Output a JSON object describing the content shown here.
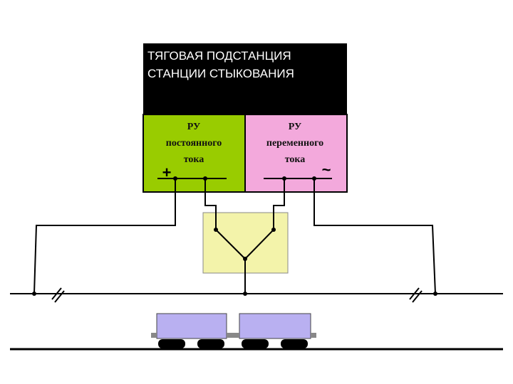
{
  "substation": {
    "title_line1": "ТЯГОВАЯ ПОДСТАНЦИЯ",
    "title_line2": "СТАНЦИИ СТЫКОВАНИЯ"
  },
  "dc_switchgear": {
    "line1": "РУ",
    "line2": "постоянного",
    "line3": "тока",
    "symbol": "+"
  },
  "ac_switchgear": {
    "line1": "РУ",
    "line2": "переменного",
    "line3": "тока",
    "symbol": "~"
  },
  "colors": {
    "substation_header": "#000000",
    "dc_fill": "#99cc00",
    "ac_fill": "#f3a9dc",
    "switch_box_fill": "#f3f3aa",
    "wagon_fill": "#b9b0f1",
    "wheel_fill": "#000000"
  }
}
